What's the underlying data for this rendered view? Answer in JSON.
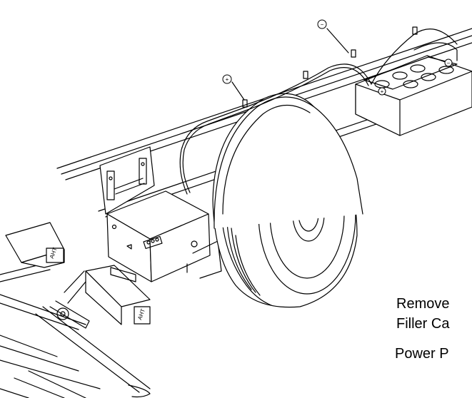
{
  "labels": {
    "negative_terminal": "−",
    "positive_terminal": "+",
    "battery_negative": "−",
    "battery_positive": "+",
    "hitch_tag_front": "AHT",
    "hitch_tag_rear": "AHT"
  },
  "captions": {
    "line1": "Remove",
    "line2": "Filler Ca",
    "line3": "Power P"
  },
  "colors": {
    "ink": "#000000",
    "paper": "#ffffff"
  }
}
